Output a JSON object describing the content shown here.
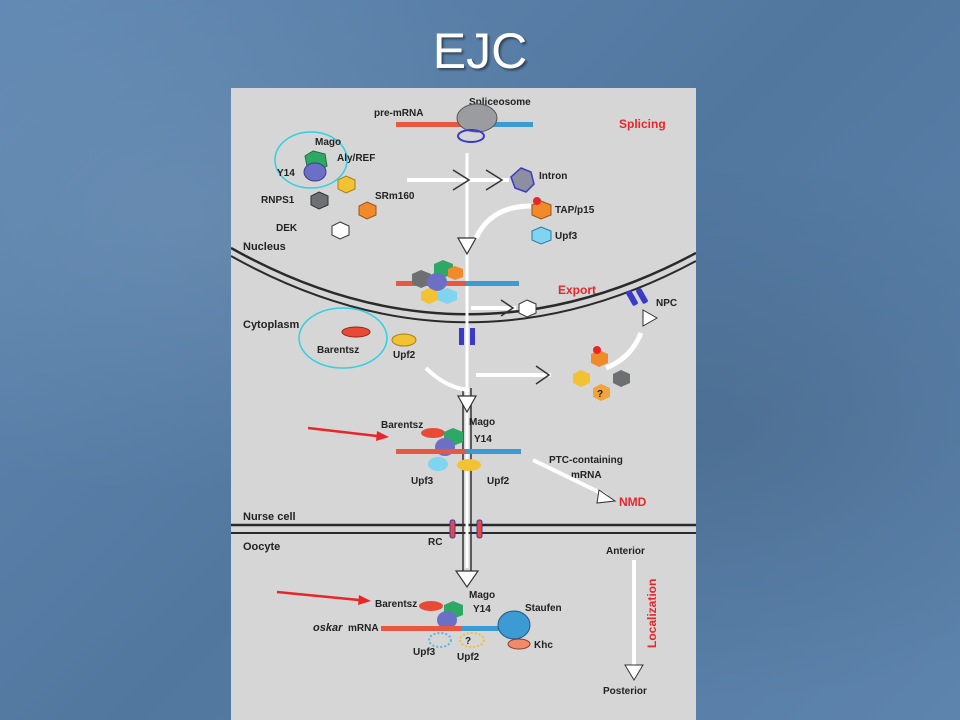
{
  "slide": {
    "title": "EJC"
  },
  "labels": {
    "pre_mrna": "pre-mRNA",
    "spliceosome": "Spliceosome",
    "splicing": "Splicing",
    "mago": "Mago",
    "y14": "Y14",
    "aly_ref": "Aly/REF",
    "intron": "Intron",
    "rnps1": "RNPS1",
    "srm160": "SRm160",
    "tap_p15": "TAP/p15",
    "dek": "DEK",
    "upf3": "Upf3",
    "nucleus": "Nucleus",
    "export": "Export",
    "npc": "NPC",
    "cytoplasm": "Cytoplasm",
    "barentsz": "Barentsz",
    "upf2": "Upf2",
    "barentsz_2": "Barentsz",
    "mago_2": "Mago",
    "y14_2": "Y14",
    "ptc_line1": "PTC-containing",
    "ptc_line2": "mRNA",
    "upf3_2": "Upf3",
    "upf2_2": "Upf2",
    "nmd": "NMD",
    "nurse_cell": "Nurse cell",
    "oocyte": "Oocyte",
    "rc": "RC",
    "anterior": "Anterior",
    "localization": "Localization",
    "mago_3": "Mago",
    "barentsz_3": "Barentsz",
    "y14_3": "Y14",
    "staufen": "Staufen",
    "oskar_mrna_italic": "oskar",
    "oskar_mrna_rest": "mRNA",
    "question": "?",
    "khc": "Khc",
    "upf3_3": "Upf3",
    "upf2_3": "Upf2",
    "posterior": "Posterior",
    "question_2": "?"
  },
  "colors": {
    "background": "#5a7fa8",
    "panel": "#d6d6d6",
    "annotation_circle": "#2fd0e0",
    "annotation_arrow": "#e8262a",
    "mrna_red": "#e8573f",
    "mrna_blue": "#3d9bd4",
    "mago_green": "#2ea865",
    "y14_purple": "#6b6fc6",
    "aly_yellow": "#f2c233",
    "rnps1_gray": "#6d6f73",
    "srm160_orange": "#f08a2a",
    "upf3_cyan": "#7fd4f0",
    "barentsz_red": "#e94a35"
  }
}
